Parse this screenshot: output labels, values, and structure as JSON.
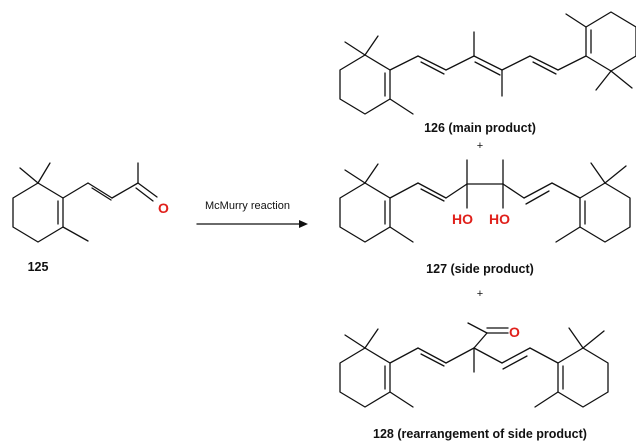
{
  "reaction": {
    "condition": "McMurry reaction",
    "plus_sign": "+"
  },
  "compounds": {
    "reactant": {
      "id": "125",
      "oxygen": "O"
    },
    "main": {
      "label": "126 (main product)"
    },
    "side": {
      "label": "127 (side product)",
      "hydroxyl_left": "HO",
      "hydroxyl_right": "HO"
    },
    "rearranged": {
      "label": "128 (rearrangement of side product)",
      "oxygen": "O"
    }
  },
  "colors": {
    "bond": "#111111",
    "heteroatom": "#e0201b"
  }
}
